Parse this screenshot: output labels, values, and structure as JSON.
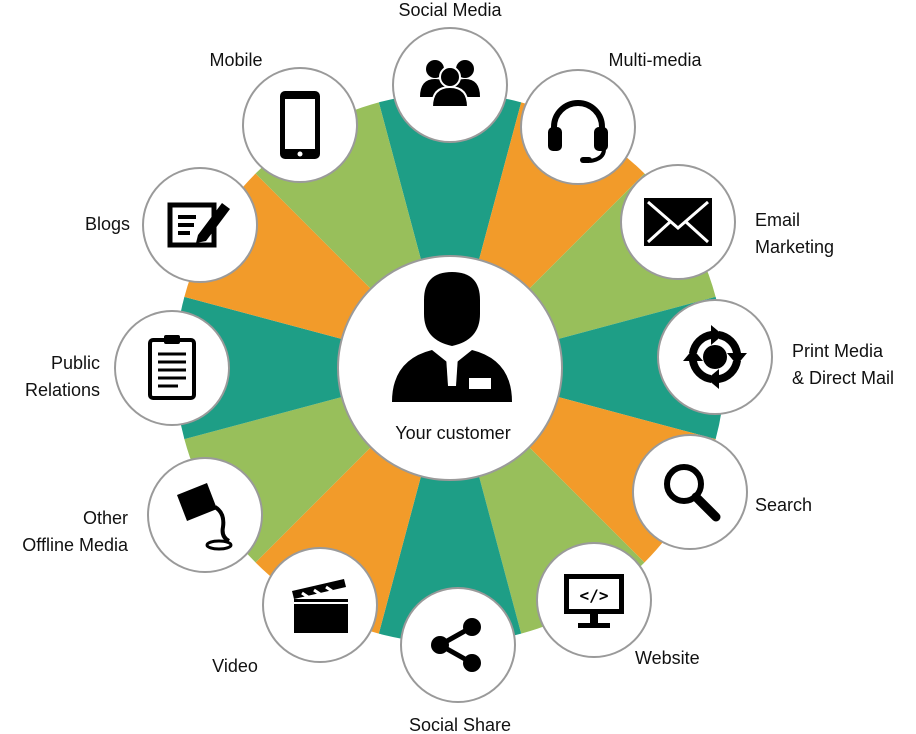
{
  "colors": {
    "teal": "#1e9e86",
    "orange": "#f29b2a",
    "green": "#98bf5b",
    "border": "#9a9a9a",
    "icon": "#000000"
  },
  "center": {
    "label": "Your customer",
    "icon": "customer-icon"
  },
  "channels": [
    {
      "lines": [
        "Social Media"
      ],
      "icon": "people-icon",
      "wedge": "teal"
    },
    {
      "lines": [
        "Multi-media"
      ],
      "icon": "headset-icon",
      "wedge": "orange"
    },
    {
      "lines": [
        "Email",
        "Marketing"
      ],
      "icon": "envelope-icon",
      "wedge": "green"
    },
    {
      "lines": [
        "Print Media",
        "& Direct Mail"
      ],
      "icon": "cycle-arrows-icon",
      "wedge": "teal"
    },
    {
      "lines": [
        "Search"
      ],
      "icon": "magnifier-icon",
      "wedge": "orange"
    },
    {
      "lines": [
        "Website"
      ],
      "icon": "code-monitor-icon",
      "wedge": "green"
    },
    {
      "lines": [
        "Social Share"
      ],
      "icon": "share-icon",
      "wedge": "teal"
    },
    {
      "lines": [
        "Video"
      ],
      "icon": "clapperboard-icon",
      "wedge": "orange"
    },
    {
      "lines": [
        "Other",
        "Offline Media"
      ],
      "icon": "paint-bucket-icon",
      "wedge": "green"
    },
    {
      "lines": [
        "Public",
        "Relations"
      ],
      "icon": "clipboard-icon",
      "wedge": "teal"
    },
    {
      "lines": [
        "Blogs"
      ],
      "icon": "notepad-pencil-icon",
      "wedge": "orange"
    },
    {
      "lines": [
        "Mobile"
      ],
      "icon": "smartphone-icon",
      "wedge": "green"
    }
  ]
}
